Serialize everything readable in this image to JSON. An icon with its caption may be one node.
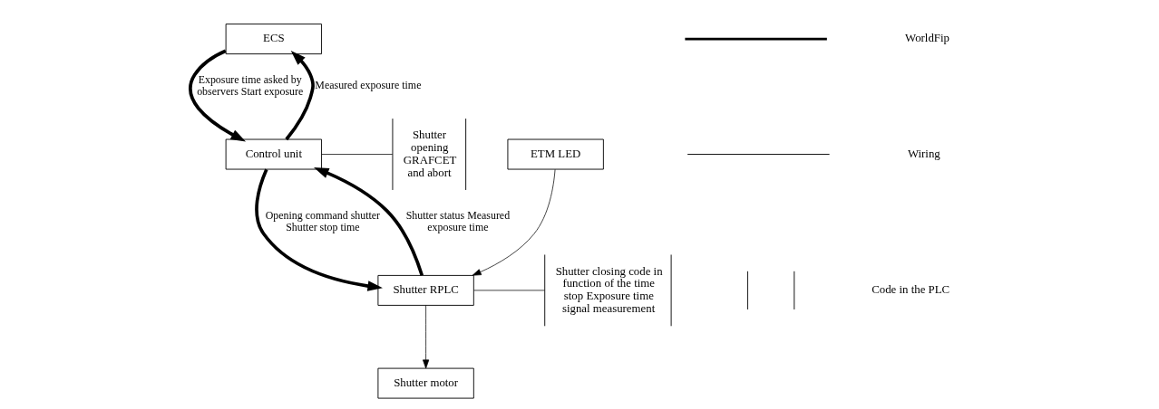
{
  "diagram": {
    "nodes": [
      {
        "text": [
          "ECS"
        ]
      },
      {
        "text": [
          "Control unit"
        ]
      },
      {
        "text": [
          "Shutter RPLC"
        ]
      },
      {
        "text": [
          "ETM LED"
        ]
      },
      {
        "text": [
          "Shutter motor"
        ]
      },
      {
        "text": [
          "Shutter opening GRAFCET and abort"
        ]
      },
      {
        "text": [
          "Shutter closing code in function of the time stop Exposure time signal measurement"
        ]
      }
    ],
    "edges": [
      {
        "from": 0,
        "to": 1,
        "arrow": "to",
        "label": "Exposure time asked by observers Start exposure",
        "style": "thick"
      },
      {
        "from": 1,
        "to": 0,
        "arrow": "to",
        "label": "Measured exposure time",
        "style": "thick"
      },
      {
        "from": 1,
        "to": 2,
        "arrow": "to",
        "label": "Opening command shutter Shutter stop time",
        "style": "thick"
      },
      {
        "from": 2,
        "to": 1,
        "arrow": "to",
        "label": "Shutter status Measured exposure time",
        "style": "thick"
      },
      {
        "from": 1,
        "to": 5,
        "arrow": "none"
      },
      {
        "from": 3,
        "to": 2,
        "arrow": "to"
      },
      {
        "from": 2,
        "to": 4,
        "arrow": "to"
      },
      {
        "from": 2,
        "to": 6,
        "arrow": "none"
      }
    ],
    "legend": [
      {
        "text": "WorldFip"
      },
      {
        "text": "Wiring"
      },
      {
        "text": "Code in the PLC"
      }
    ]
  }
}
